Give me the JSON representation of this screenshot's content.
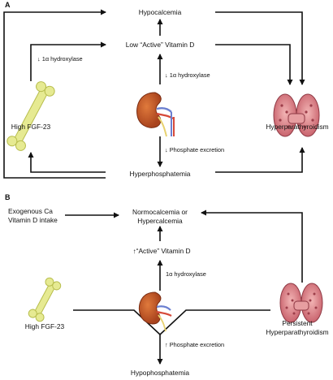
{
  "panel_a": {
    "letter": "A",
    "hypocalcemia": "Hypocalcemia",
    "low_vitd": "Low “Active” Vitamin D",
    "hydroxylase_left": "↓ 1α hydroxylase",
    "hydroxylase_center": "↓ 1α hydroxylase",
    "high_fgf": "High FGF-23",
    "phosphate_excretion": "↓ Phosphate excretion",
    "hyperparathyroidism": "Hyperparathyroidism",
    "hyperphosphatemia": "Hyperphosphatemia"
  },
  "panel_b": {
    "letter": "B",
    "exogenous_line1": "Exogenous Ca",
    "exogenous_line2": "Vitamin D intake",
    "normocalcemia_line1": "Normocalcemia or",
    "normocalcemia_line2": "Hypercalcemia",
    "active_vitd": "↑“Active” Vitamin D",
    "hydroxylase": "1α hydroxylase",
    "high_fgf": "High FGF-23",
    "persistent_line1": "Persistent",
    "persistent_line2": "Hyperparathyroidism",
    "phosphate_excretion": "↑ Phosphate excretion",
    "hypophosphatemia": "Hypophosphatemia"
  }
}
